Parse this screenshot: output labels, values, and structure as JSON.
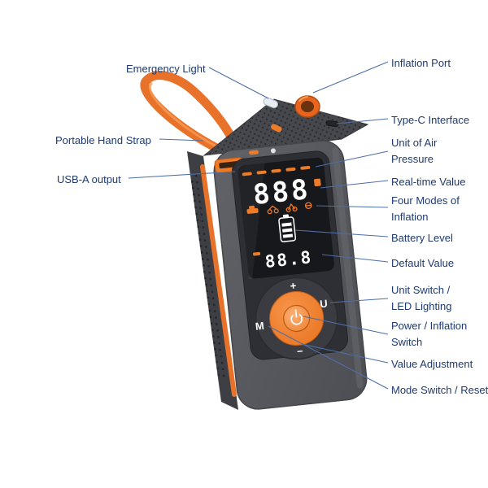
{
  "callouts": {
    "left": [
      {
        "label": "Emergency Light"
      },
      {
        "label": "Portable Hand Strap"
      },
      {
        "label": "USB-A output"
      }
    ],
    "right": [
      {
        "label": "Inflation Port"
      },
      {
        "label": "Type-C Interface"
      },
      {
        "label": "Unit of Air Pressure"
      },
      {
        "label": "Real-time Value"
      },
      {
        "label": "Four Modes of Inflation"
      },
      {
        "label": "Battery Level"
      },
      {
        "label": "Default Value"
      },
      {
        "label": "Unit Switch / LED Lighting"
      },
      {
        "label": "Power / Inflation Switch"
      },
      {
        "label": "Value Adjustment"
      },
      {
        "label": "Mode Switch / Reset"
      }
    ]
  },
  "device": {
    "display": {
      "realtime_value": "888",
      "default_value": "88.8"
    },
    "controls": {
      "mode_label": "M",
      "unit_label": "U",
      "plus_label": "+",
      "minus_label": "−"
    },
    "icons": {
      "modes": [
        "car",
        "motorcycle",
        "bicycle",
        "ball"
      ],
      "power": "power-icon",
      "battery": "battery-icon"
    }
  },
  "colors": {
    "accent_orange": "#ED7B28",
    "label_text": "#1E3A6E",
    "leader_line": "#4D6FA8",
    "body_gray": "#57585D",
    "display_bg": "#17181B",
    "digits": "#FFFFFF"
  }
}
